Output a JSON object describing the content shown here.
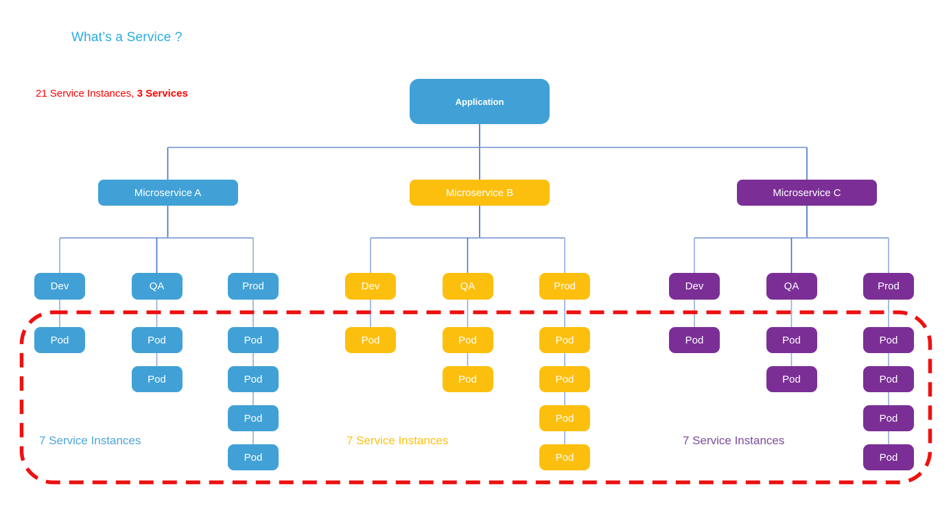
{
  "page": {
    "title": "What’s a Service ?",
    "title_color": "#29abe2"
  },
  "annotation": {
    "regular": "21 Service Instances, ",
    "bold": "3 Services",
    "color": "#ff0000"
  },
  "diagram": {
    "root": {
      "label": "Application",
      "color": "#41a1d6"
    },
    "pod_label": "Pod",
    "services": [
      {
        "label": "Microservice A",
        "color": "#41a1d6",
        "label_color": "#4ba5db",
        "instances_label": "7 Service Instances",
        "environments": [
          {
            "label": "Dev",
            "pod_count": 1
          },
          {
            "label": "QA",
            "pod_count": 2
          },
          {
            "label": "Prod",
            "pod_count": 4
          }
        ]
      },
      {
        "label": "Microservice B",
        "color": "#fdbf0e",
        "label_color": "#ffc110",
        "instances_label": "7 Service Instances",
        "environments": [
          {
            "label": "Dev",
            "pod_count": 1
          },
          {
            "label": "QA",
            "pod_count": 2
          },
          {
            "label": "Prod",
            "pod_count": 4
          }
        ]
      },
      {
        "label": "Microservice C",
        "color": "#7b2f96",
        "label_color": "#7d4a9f",
        "instances_label": "7 Service Instances",
        "environments": [
          {
            "label": "Dev",
            "pod_count": 1
          },
          {
            "label": "QA",
            "pod_count": 2
          },
          {
            "label": "Prod",
            "pod_count": 4
          }
        ]
      }
    ],
    "colors": {
      "connector_horizontal": "#8faadc",
      "connector_vertical": "#4472c4",
      "highlight_border": "#ee1111"
    }
  }
}
